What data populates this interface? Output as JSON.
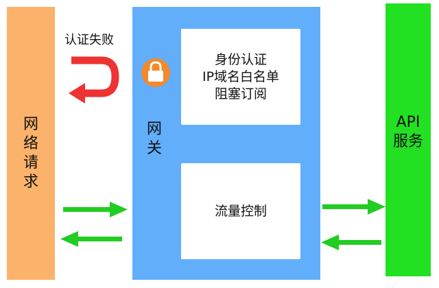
{
  "client": {
    "label": "网络请求"
  },
  "gateway": {
    "label": "网关"
  },
  "api": {
    "label": "API\n服务"
  },
  "gateway_boxes": {
    "auth": {
      "lines": [
        "身份认证",
        "IP域名白名单",
        "阻塞订阅"
      ]
    },
    "flow": {
      "label": "流量控制"
    }
  },
  "auth_fail": {
    "label": "认证失败"
  },
  "icons": {
    "lock": "lock-icon",
    "return": "return-arrow-icon"
  },
  "colors": {
    "client": "#fbb26a",
    "gateway": "#62aefb",
    "api": "#22e022",
    "arrow": "#22cc22",
    "return_arrow": "#ee3333",
    "lock_badge": "#f28a2a"
  }
}
